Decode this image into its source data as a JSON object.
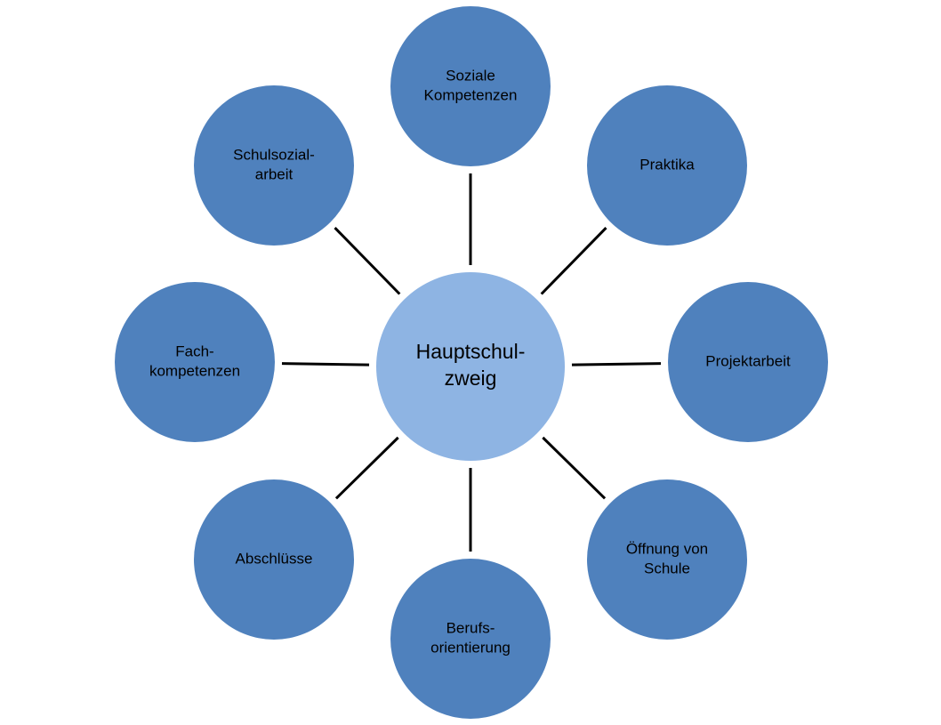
{
  "colors": {
    "outer_fill": "#4f81bd",
    "center_fill": "#8eb4e3",
    "connector": "#000000",
    "text": "#000000"
  },
  "center": {
    "lines": [
      "Hauptschul-",
      "zweig"
    ]
  },
  "nodes": [
    {
      "id": "soziale-kompetenzen",
      "lines": [
        "Soziale",
        "Kompetenzen"
      ]
    },
    {
      "id": "praktika",
      "lines": [
        "Praktika"
      ]
    },
    {
      "id": "projektarbeit",
      "lines": [
        "Projektarbeit"
      ]
    },
    {
      "id": "oeffnung-von-schule",
      "lines": [
        "Öffnung von",
        "Schule"
      ]
    },
    {
      "id": "berufsorientierung",
      "lines": [
        "Berufs-",
        "orientierung"
      ]
    },
    {
      "id": "abschluesse",
      "lines": [
        "Abschlüsse"
      ]
    },
    {
      "id": "fachkompetenzen",
      "lines": [
        "Fach-",
        "kompetenzen"
      ]
    },
    {
      "id": "schulsozialarbeit",
      "lines": [
        "Schulsozial-",
        "arbeit"
      ]
    }
  ]
}
